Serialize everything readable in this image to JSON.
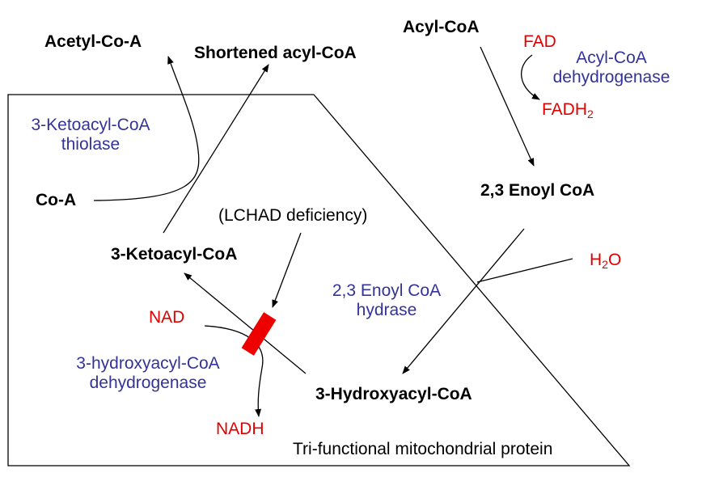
{
  "metabolites": {
    "acetyl_coa": "Acetyl-Co-A",
    "shortened_acyl_coa": "Shortened acyl-CoA",
    "acyl_coa": "Acyl-CoA",
    "enoyl_coa": "2,3 Enoyl CoA",
    "co_a": "Co-A",
    "ketoacyl_coa": "3-Ketoacyl-CoA",
    "hydroxyacyl_coa": "3-Hydroxyacyl-CoA"
  },
  "enzymes": {
    "thiolase_line1": "3-Ketoacyl-CoA",
    "thiolase_line2": "thiolase",
    "acyl_dh_line1": "Acyl-CoA",
    "acyl_dh_line2": "dehydrogenase",
    "hydrase_line1": "2,3 Enoyl CoA",
    "hydrase_line2": "hydrase",
    "hydroxyacyl_dh_line1": "3-hydroxyacyl-CoA",
    "hydroxyacyl_dh_line2": "dehydrogenase"
  },
  "cofactors": {
    "fad": "FAD",
    "fadh2_base": "FADH",
    "fadh2_sub": "2",
    "h2o_h": "H",
    "h2o_sub": "2",
    "h2o_o": "O",
    "nad": "NAD",
    "nadh": "NADH"
  },
  "annotations": {
    "lchad": "(LCHAD deficiency)",
    "protein": "Tri-functional mitochondrial protein"
  },
  "colors": {
    "metabolite": "#000000",
    "enzyme": "#333399",
    "cofactor": "#e00000",
    "block": "#ee0000"
  }
}
